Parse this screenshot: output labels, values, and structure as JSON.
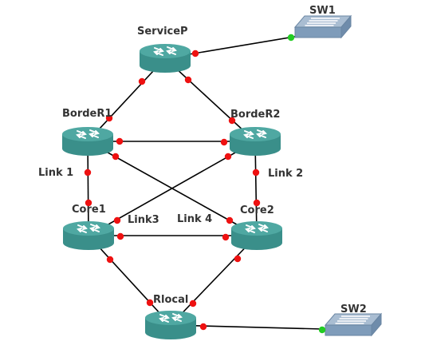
{
  "colors": {
    "background": "#ffffff",
    "router_body": "#3a8f8a",
    "router_top": "#4fa8a2",
    "switch_body": "#7f9cba",
    "link_line": "#000000",
    "port_down": "#ee1111",
    "port_up": "#22cc22",
    "label_text": "#333333"
  },
  "nodes": {
    "servicep": {
      "label": "ServiceP",
      "type": "router",
      "icon": "router-icon"
    },
    "border1": {
      "label": "BordeR1",
      "type": "router",
      "icon": "router-icon"
    },
    "border2": {
      "label": "BordeR2",
      "type": "router",
      "icon": "router-icon"
    },
    "core1": {
      "label": "Core1",
      "type": "router",
      "icon": "router-icon"
    },
    "core2": {
      "label": "Core2",
      "type": "router",
      "icon": "router-icon"
    },
    "rlocal": {
      "label": "Rlocal",
      "type": "router",
      "icon": "router-icon"
    },
    "sw1": {
      "label": "SW1",
      "type": "switch",
      "icon": "switch-icon"
    },
    "sw2": {
      "label": "SW2",
      "type": "switch",
      "icon": "switch-icon"
    }
  },
  "link_labels": {
    "link1": "Link 1",
    "link2": "Link 2",
    "link3": "Link3",
    "link4": "Link 4"
  },
  "links": [
    {
      "from": "servicep",
      "to": "sw1",
      "from_port": "down",
      "to_port": "up"
    },
    {
      "from": "servicep",
      "to": "border1",
      "from_port": "down",
      "to_port": "down"
    },
    {
      "from": "servicep",
      "to": "border2",
      "from_port": "down",
      "to_port": "down"
    },
    {
      "from": "border1",
      "to": "border2",
      "from_port": "down",
      "to_port": "down"
    },
    {
      "from": "border1",
      "to": "core1",
      "from_port": "down",
      "to_port": "down"
    },
    {
      "from": "border2",
      "to": "core2",
      "from_port": "down",
      "to_port": "down"
    },
    {
      "from": "border1",
      "to": "core2",
      "from_port": "down",
      "to_port": "down"
    },
    {
      "from": "border2",
      "to": "core1",
      "from_port": "down",
      "to_port": "down"
    },
    {
      "from": "core1",
      "to": "core2",
      "from_port": "down",
      "to_port": "down"
    },
    {
      "from": "core1",
      "to": "rlocal",
      "from_port": "down",
      "to_port": "down"
    },
    {
      "from": "core2",
      "to": "rlocal",
      "from_port": "down",
      "to_port": "down"
    },
    {
      "from": "rlocal",
      "to": "sw2",
      "from_port": "down",
      "to_port": "up"
    }
  ]
}
